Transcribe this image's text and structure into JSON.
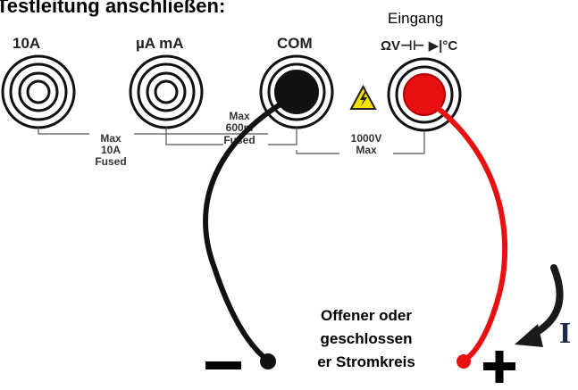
{
  "header_partial": "Testleitung anschließen:",
  "input_label": "Eingang",
  "jacks": [
    {
      "label": "10A",
      "color": "#ffffff"
    },
    {
      "label": "µA mA",
      "color": "#ffffff"
    },
    {
      "label": "COM",
      "color": "#000000"
    },
    {
      "label": "ΩV⊣⊢ ▶|°C",
      "color": "#e81010"
    }
  ],
  "ratings": {
    "a10": [
      "Max",
      "10A",
      "Fused"
    ],
    "ma": [
      "Max",
      "600m",
      "Fused"
    ],
    "v": [
      "1000V",
      "Max"
    ]
  },
  "warning_icon": "high-voltage-warning-icon",
  "circuit_label": [
    "Offener oder",
    "geschlossen",
    "er Stromkreis"
  ],
  "minus_symbol": "−",
  "plus_symbol": "+",
  "current_symbol": "I",
  "colors": {
    "black_lead": "#111111",
    "red_lead": "#e81010",
    "warning": "#f5e000"
  }
}
